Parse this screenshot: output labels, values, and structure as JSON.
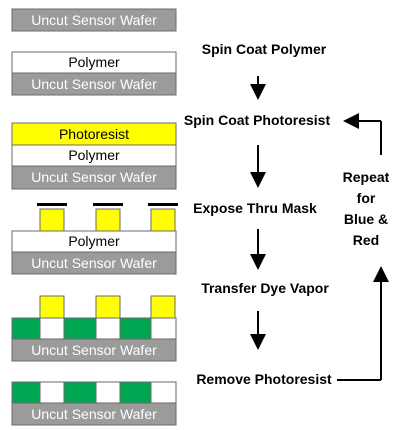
{
  "colors": {
    "wafer_fill": "#9b9b9b",
    "polymer_fill": "#ffffff",
    "photoresist_fill": "#ffff00",
    "green_dye": "#00a651",
    "outline": "#6b6b6b",
    "mask_bar": "#000000",
    "text_dark": "#000000",
    "text_light": "#ffffff"
  },
  "layers": {
    "wafer_label": "Uncut Sensor Wafer",
    "polymer_label": "Polymer",
    "photoresist_label": "Photoresist"
  },
  "steps": {
    "spin_coat_polymer": "Spin Coat Polymer",
    "spin_coat_photoresist": "Spin Coat Photoresist",
    "expose_thru_mask": "Expose Thru Mask",
    "transfer_dye_vapor": "Transfer Dye Vapor",
    "remove_photoresist": "Remove Photoresist"
  },
  "repeat": {
    "line1": "Repeat",
    "line2": "for",
    "line3": "Blue &",
    "line4": "Red"
  },
  "icons": {
    "down_arrow": "down-arrow-icon",
    "loop_arrow": "loop-back-arrow-icon"
  }
}
